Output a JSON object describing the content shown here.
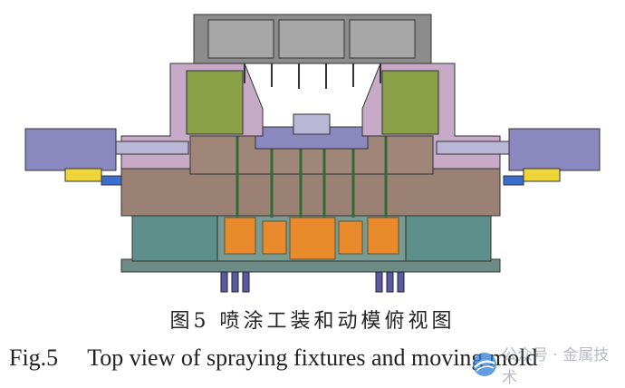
{
  "caption": {
    "cn": "图5  喷涂工装和动模俯视图",
    "en_number": "Fig.5",
    "en_text": "Top view of spraying fixtures and moving mold"
  },
  "watermark": {
    "text": "公众号 · 金属技术",
    "logo": "globe-logo-icon"
  },
  "colors": {
    "mold_brown": "#9a8174",
    "frame_teal": "#5e8f8a",
    "fixture_green": "#8aa046",
    "orange_block": "#e98b2c",
    "cylinder_purple": "#8b87bf",
    "top_fixture_gray": "#8c8c8c"
  }
}
